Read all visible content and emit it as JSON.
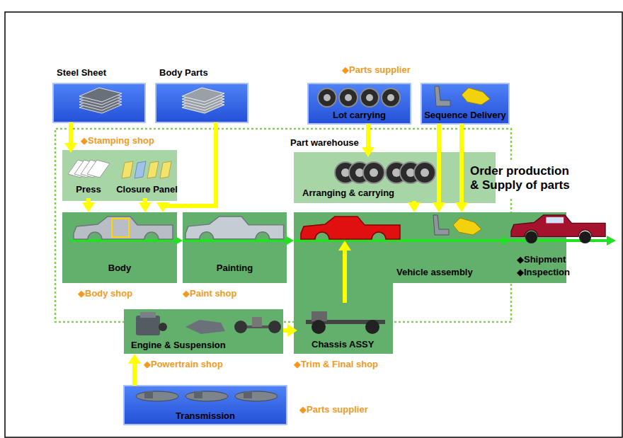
{
  "diagram": {
    "nodes": [
      {
        "text": [
          "Steel Sheet"
        ]
      },
      {
        "text": [
          "Body Parts"
        ]
      },
      {
        "text": [
          "Lot carrying"
        ]
      },
      {
        "text": [
          "Sequence Delivery"
        ]
      },
      {
        "text": [
          "◆Stamping shop"
        ]
      },
      {
        "text": [
          "Press"
        ],
        "in": 4
      },
      {
        "text": [
          "Closure Panel"
        ],
        "in": 4
      },
      {
        "text": [
          "Part warehouse"
        ]
      },
      {
        "text": [
          "Arranging & carrying"
        ],
        "in": 7
      },
      {
        "text": [
          "Body",
          "◆Body shop"
        ]
      },
      {
        "text": [
          "Painting",
          "◆Paint shop"
        ]
      },
      {
        "text": [
          "Vehicle assembly",
          "◆Trim & Final shop"
        ]
      },
      {
        "text": [
          "Chassis ASSY"
        ],
        "in": 11
      },
      {
        "text": [
          "Engine & Suspension",
          "◆Powertrain shop"
        ]
      },
      {
        "text": [
          "Transmission"
        ]
      }
    ],
    "edges": [
      {
        "from": 0,
        "to": 5,
        "arrow": "to"
      },
      {
        "from": 5,
        "to": 9,
        "arrow": "to"
      },
      {
        "from": 6,
        "to": 9,
        "arrow": "to"
      },
      {
        "from": 1,
        "to": 9,
        "arrow": "to"
      },
      {
        "from": 2,
        "to": 8,
        "arrow": "to"
      },
      {
        "from": 8,
        "to": 11,
        "arrow": "to"
      },
      {
        "from": 3,
        "to": 11,
        "arrow": "to"
      },
      {
        "from": 3,
        "to": 11,
        "arrow": "to"
      },
      {
        "from": 9,
        "to": 10,
        "arrow": "to"
      },
      {
        "from": 10,
        "to": 11,
        "arrow": "to"
      },
      {
        "from": 14,
        "to": 13,
        "arrow": "to"
      },
      {
        "from": 13,
        "to": 12,
        "arrow": "to"
      }
    ],
    "labels": [
      "◆Parts supplier",
      "Order production & Supply of parts",
      "◆Shipment",
      "◆Inspection",
      "◆Parts supplier"
    ]
  }
}
